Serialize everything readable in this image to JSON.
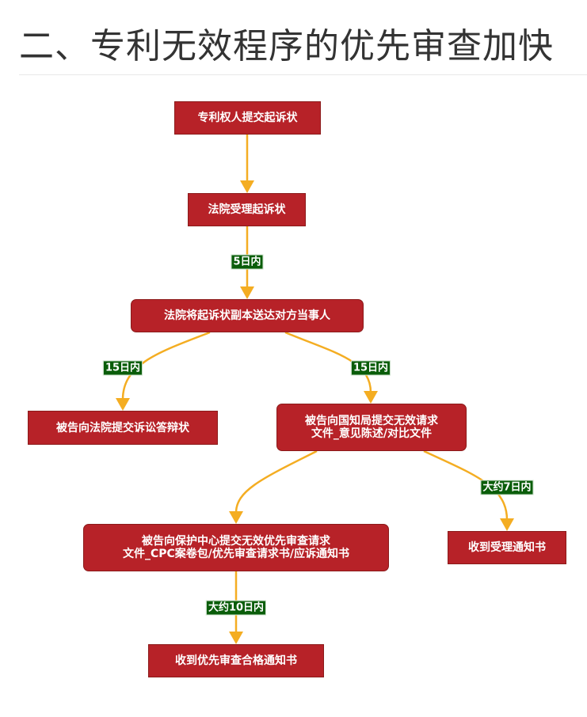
{
  "title": "二、专利无效程序的优先审查加快",
  "colors": {
    "node_fill": "#b72228",
    "node_border": "#8b1a1a",
    "edge": "#f4ad22",
    "edge_label_bg": "#0a5d0a"
  },
  "nodes": [
    {
      "id": "n1",
      "label": "专利权人提交起诉状"
    },
    {
      "id": "n2",
      "label": "法院受理起诉状"
    },
    {
      "id": "n3",
      "label": "法院将起诉状副本送达对方当事人"
    },
    {
      "id": "n4",
      "label": "被告向法院提交诉讼答辩状"
    },
    {
      "id": "n5",
      "label": "被告向国知局提交无效请求\n文件_意见陈述/对比文件"
    },
    {
      "id": "n6",
      "label": "被告向保护中心提交无效优先审查请求\n文件_CPC案卷包/优先审查请求书/应诉通知书"
    },
    {
      "id": "n7",
      "label": "收到受理通知书"
    },
    {
      "id": "n8",
      "label": "收到优先审查合格通知书"
    }
  ],
  "edges": [
    {
      "from": "n1",
      "to": "n2",
      "label": null
    },
    {
      "from": "n2",
      "to": "n3",
      "label": "5日内"
    },
    {
      "from": "n3",
      "to": "n4",
      "label": "15日内"
    },
    {
      "from": "n3",
      "to": "n5",
      "label": "15日内"
    },
    {
      "from": "n5",
      "to": "n6",
      "label": null
    },
    {
      "from": "n5",
      "to": "n7",
      "label": "大约7日内"
    },
    {
      "from": "n6",
      "to": "n8",
      "label": "大约10日内"
    }
  ]
}
